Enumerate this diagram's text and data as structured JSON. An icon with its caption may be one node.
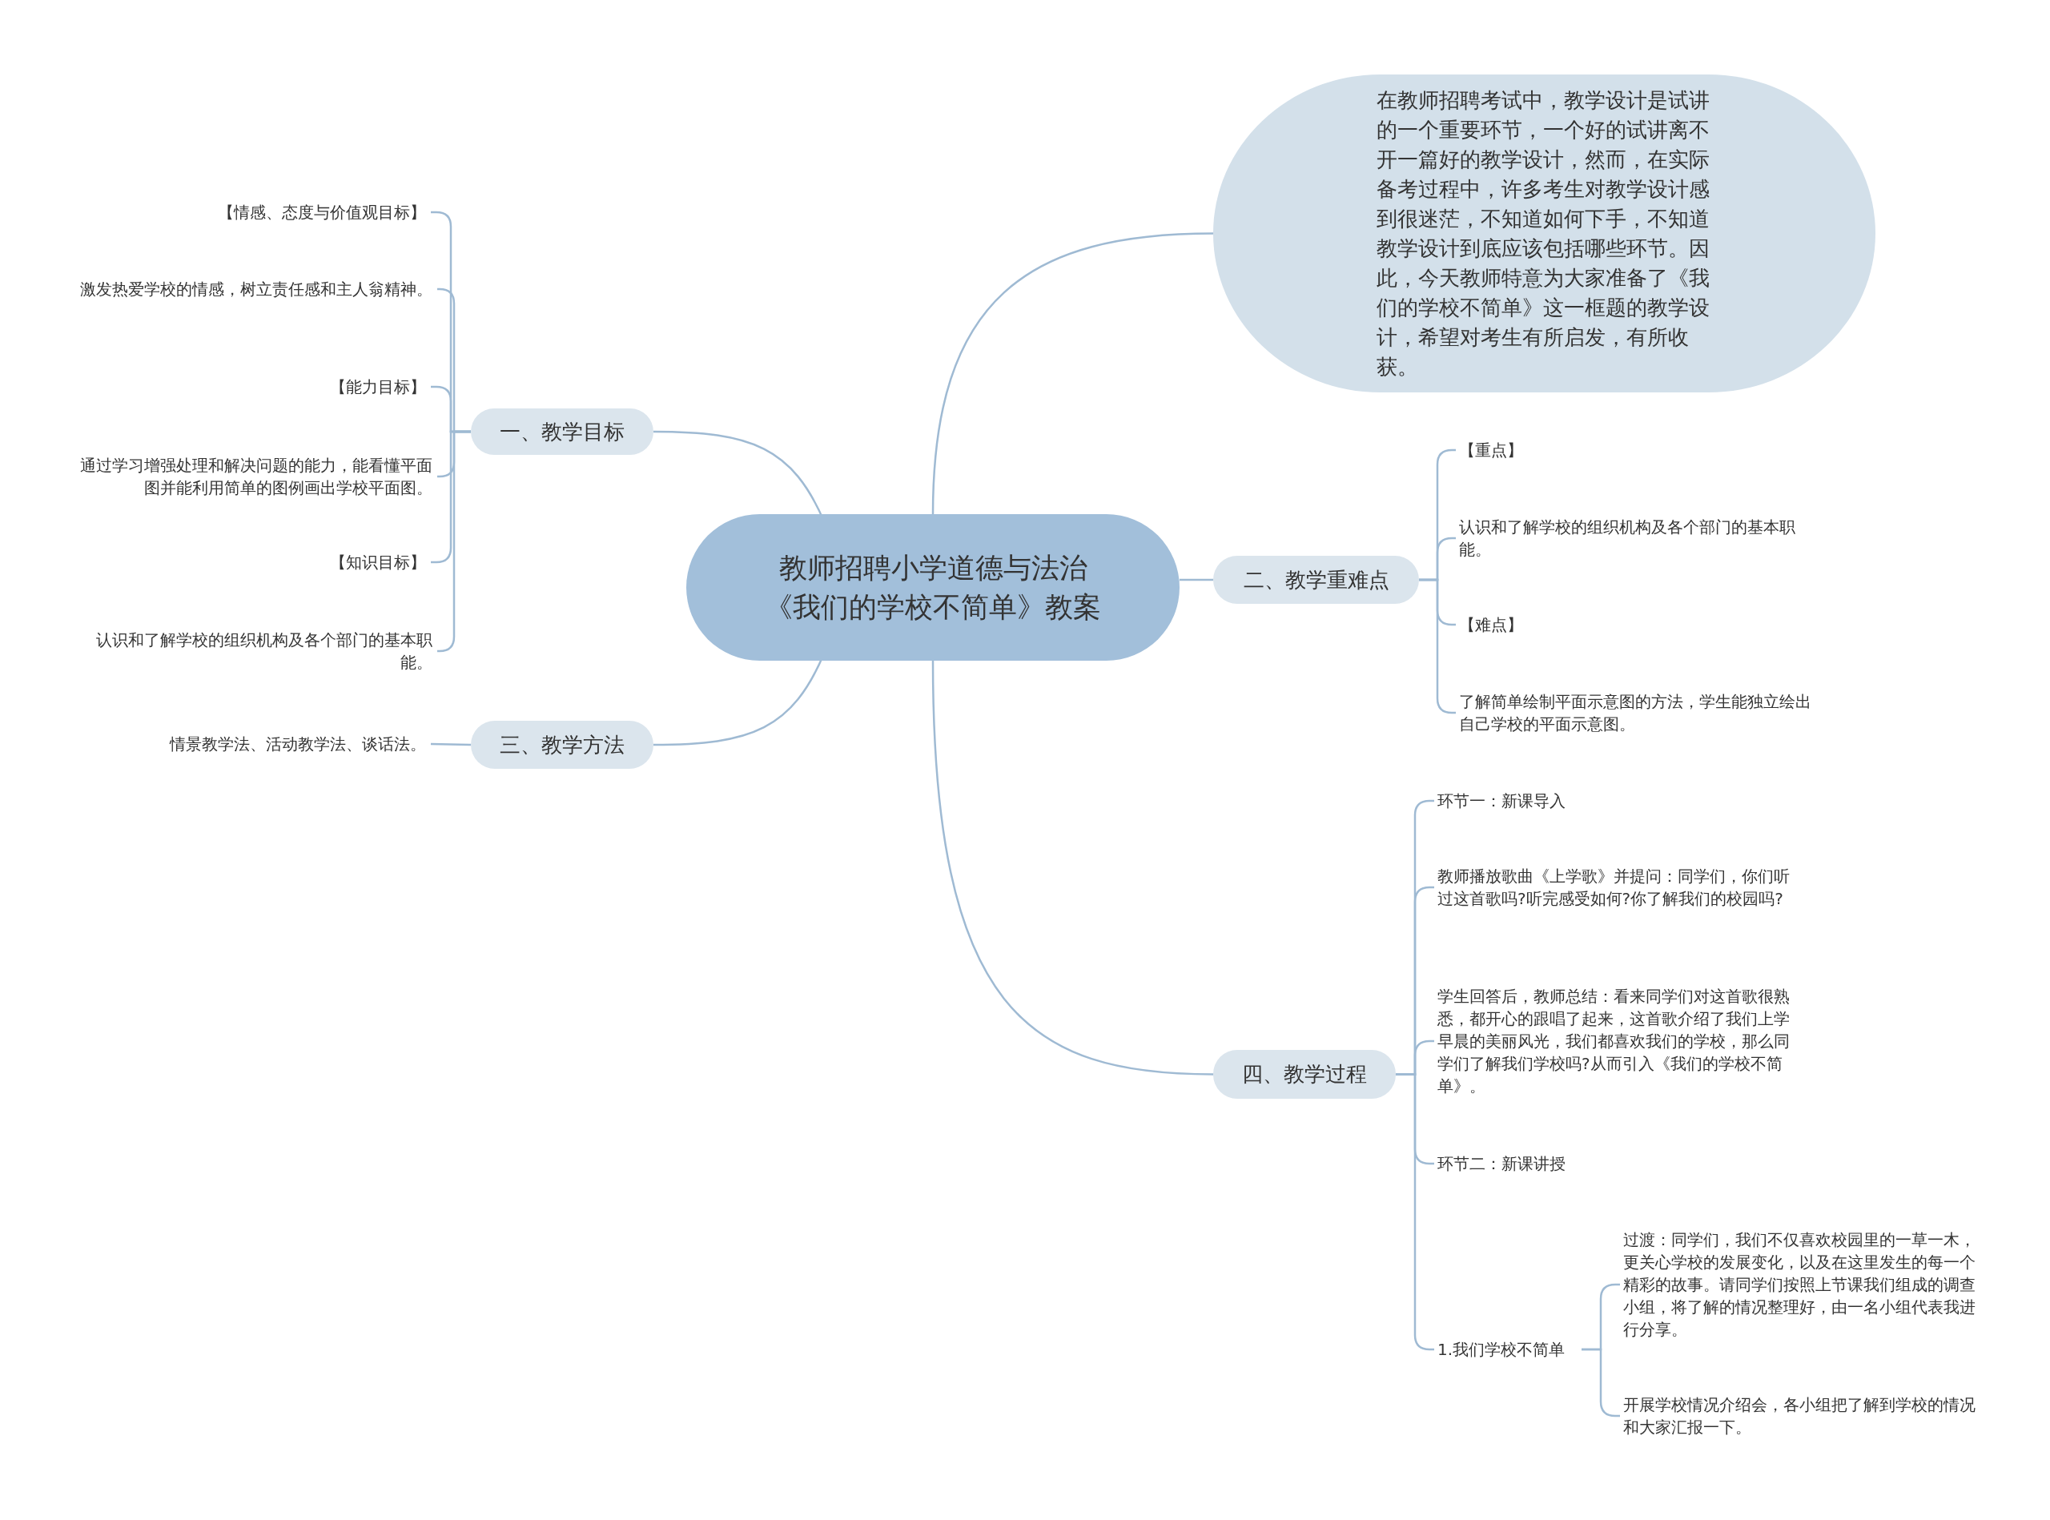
{
  "diagram": {
    "nodes": [
      {
        "text": [
          "教师招聘小学道德与法治《我们的学校不简单》教案"
        ]
      },
      {
        "text": [
          "在教师招聘考试中，教学设计是试讲的一个重要环节，一个好的试讲离不开一篇好的教学设计，然而，在实际备考过程中，许多考生对教学设计感到很迷茫，不知道如何下手，不知道教学设计到底应该包括哪些环节。因此，今天教师特意为大家准备了《我们的学校不简单》这一框题的教学设计，希望对考生有所启发，有所收获。"
        ]
      },
      {
        "text": [
          "一、教学目标"
        ]
      },
      {
        "text": [
          "二、教学重难点"
        ]
      },
      {
        "text": [
          "三、教学方法"
        ]
      },
      {
        "text": [
          "四、教学过程"
        ]
      },
      {
        "text": [
          "【情感、态度与价值观目标】"
        ]
      },
      {
        "text": [
          "激发热爱学校的情感，树立责任感和主人翁精神。"
        ]
      },
      {
        "text": [
          "【能力目标】"
        ]
      },
      {
        "text": [
          "通过学习增强处理和解决问题的能力，能看懂平面图并能利用简单的图例画出学校平面图。"
        ]
      },
      {
        "text": [
          "【知识目标】"
        ]
      },
      {
        "text": [
          "认识和了解学校的组织机构及各个部门的基本职能。"
        ]
      },
      {
        "text": [
          "情景教学法、活动教学法、谈话法。"
        ]
      },
      {
        "text": [
          "【重点】"
        ]
      },
      {
        "text": [
          "认识和了解学校的组织机构及各个部门的基本职能。"
        ]
      },
      {
        "text": [
          "【难点】"
        ]
      },
      {
        "text": [
          "了解简单绘制平面示意图的方法，学生能独立绘出自己学校的平面示意图。"
        ]
      },
      {
        "text": [
          "环节一：新课导入"
        ]
      },
      {
        "text": [
          "教师播放歌曲《上学歌》并提问：同学们，你们听过这首歌吗?听完感受如何?你了解我们的校园吗?"
        ]
      },
      {
        "text": [
          "学生回答后，教师总结：看来同学们对这首歌很熟悉，都开心的跟唱了起来，这首歌介绍了我们上学早晨的美丽风光，我们都喜欢我们的学校，那么同学们了解我们学校吗?从而引入《我们的学校不简单》。"
        ]
      },
      {
        "text": [
          "环节二：新课讲授"
        ]
      },
      {
        "text": [
          "1.我们学校不简单"
        ]
      },
      {
        "text": [
          "过渡：同学们，我们不仅喜欢校园里的一草一木，更关心学校的发展变化，以及在这里发生的每一个精彩的故事。请同学们按照上节课我们组成的调查小组，将了解的情况整理好，由一名小组代表我进行分享。"
        ]
      },
      {
        "text": [
          "开展学校情况介绍会，各小组把了解到学校的情况和大家汇报一下。"
        ]
      }
    ],
    "edges": [
      {
        "from": 0,
        "to": 1,
        "arrow": "none"
      },
      {
        "from": 0,
        "to": 2,
        "arrow": "none"
      },
      {
        "from": 0,
        "to": 3,
        "arrow": "none"
      },
      {
        "from": 0,
        "to": 4,
        "arrow": "none"
      },
      {
        "from": 0,
        "to": 5,
        "arrow": "none"
      },
      {
        "from": 2,
        "to": 6,
        "arrow": "none"
      },
      {
        "from": 2,
        "to": 7,
        "arrow": "none"
      },
      {
        "from": 2,
        "to": 8,
        "arrow": "none"
      },
      {
        "from": 2,
        "to": 9,
        "arrow": "none"
      },
      {
        "from": 2,
        "to": 10,
        "arrow": "none"
      },
      {
        "from": 2,
        "to": 11,
        "arrow": "none"
      },
      {
        "from": 4,
        "to": 12,
        "arrow": "none"
      },
      {
        "from": 3,
        "to": 13,
        "arrow": "none"
      },
      {
        "from": 3,
        "to": 14,
        "arrow": "none"
      },
      {
        "from": 3,
        "to": 15,
        "arrow": "none"
      },
      {
        "from": 3,
        "to": 16,
        "arrow": "none"
      },
      {
        "from": 5,
        "to": 17,
        "arrow": "none"
      },
      {
        "from": 5,
        "to": 18,
        "arrow": "none"
      },
      {
        "from": 5,
        "to": 19,
        "arrow": "none"
      },
      {
        "from": 5,
        "to": 20,
        "arrow": "none"
      },
      {
        "from": 5,
        "to": 21,
        "arrow": "none"
      },
      {
        "from": 21,
        "to": 22,
        "arrow": "none"
      },
      {
        "from": 21,
        "to": 23,
        "arrow": "none"
      }
    ]
  }
}
